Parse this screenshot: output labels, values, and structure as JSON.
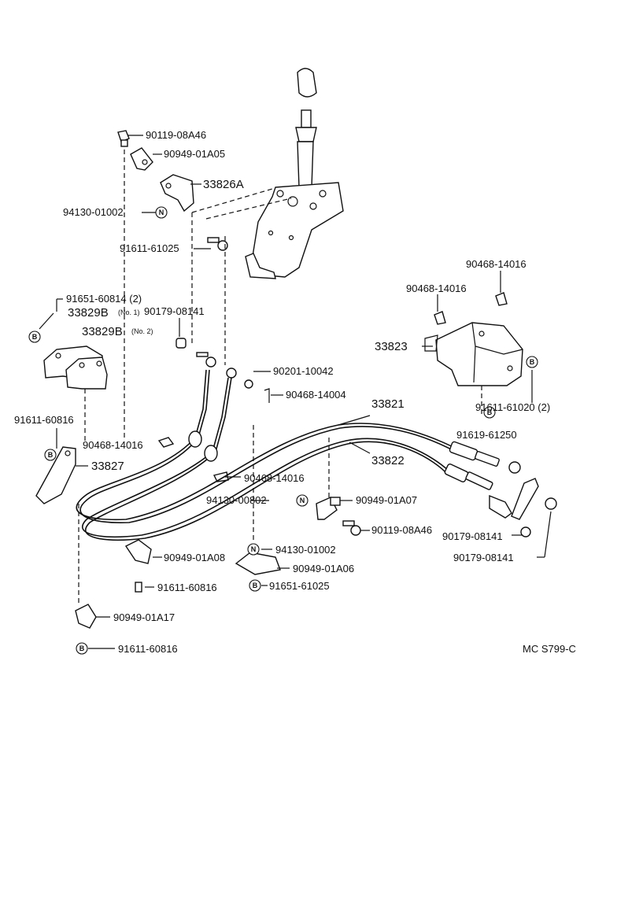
{
  "callouts": {
    "p90119_08A46_top": "90119-08A46",
    "p90949_01A05": "90949-01A05",
    "p33826A": "33826A",
    "p94130_01002_top": "94130-01002",
    "p91611_61025": "91611-61025",
    "p91651_60814": "91651-60814 (2)",
    "p33829B_1": "33829B",
    "no1": "(No. 1)",
    "p90179_08141_top": "90179-08141",
    "p33829B_2": "33829B",
    "no2": "(No. 2)",
    "p90201_10042": "90201-10042",
    "p90468_14004": "90468-14004",
    "p33821": "33821",
    "p91611_60816_left": "91611-60816",
    "p90468_14016_mid": "90468-14016",
    "p33827": "33827",
    "p33822": "33822",
    "p90468_14016_r1": "90468-14016",
    "p90468_14016_r2": "90468-14016",
    "p33823": "33823",
    "p91611_61020": "91611-61020 (2)",
    "p91619_61250": "91619-61250",
    "p90468_14016_low": "90468-14016",
    "p94130_00802": "94130-00802",
    "p90949_01A07": "90949-01A07",
    "p90119_08A46_low": "90119-08A46",
    "p90179_08141_r1": "90179-08141",
    "p90179_08141_r2": "90179-08141",
    "p94130_01002_low": "94130-01002",
    "p90949_01A08": "90949-01A08",
    "p90949_01A06": "90949-01A06",
    "p91611_60816_mid": "91611-60816",
    "p91651_61025": "91651-61025",
    "p90949_01A17": "90949-01A17",
    "p91611_60816_bot": "91611-60816"
  },
  "markers": {
    "N": "N",
    "B": "B"
  },
  "figure_code": "MC S799-C"
}
